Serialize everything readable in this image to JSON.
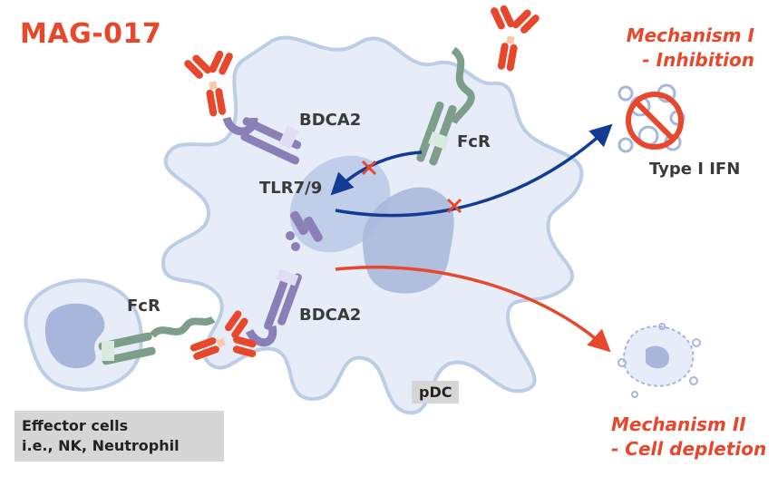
{
  "title": "MAG-017",
  "mechanism1": {
    "line1": "Mechanism I",
    "line2": "- Inhibition"
  },
  "mechanism2": {
    "line1": "Mechanism II",
    "line2": "- Cell depletion"
  },
  "labels": {
    "bdca2_top": "BDCA2",
    "fcr_top": "FcR",
    "tlr": "TLR7/9",
    "bdca2_bottom": "BDCA2",
    "fcr_left": "FcR",
    "type1_ifn": "Type I IFN",
    "pdc": "pDC"
  },
  "effector": {
    "line1": "Effector cells",
    "line2": "i.e., NK, Neutrophil"
  },
  "colors": {
    "accent": "#e8472b",
    "antibody": "#e8472b",
    "cell_fill": "#e6edf8",
    "cell_stroke": "#bccde6",
    "nucleus": "#a7b6da",
    "receptor_purple": "#8a7fb6",
    "fcr_green": "#7e9e8c",
    "arrow_blue": "#123c94",
    "arrow_red": "#e8472b"
  }
}
